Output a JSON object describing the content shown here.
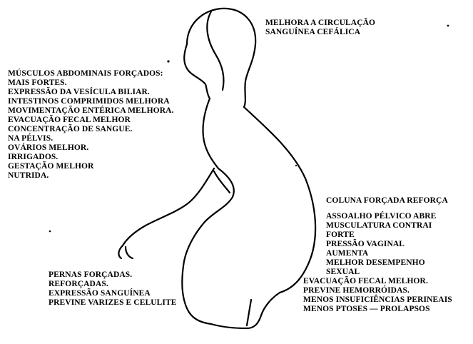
{
  "head_note": {
    "lines": [
      "MELHORA A CIRCULAÇÃO",
      "SANGUÍNEA CEFÁLICA"
    ]
  },
  "abdomen_note": {
    "lines": [
      "MÚSCULOS ABDOMINAIS FORÇADOS:",
      "MAIS FORTES.",
      "EXPRESSÃO DA VESÍCULA BILIAR.",
      "INTESTINOS COMPRIMIDOS MELHORA",
      "MOVIMENTAÇÃO ENTÉRICA MELHORA.",
      "EVACUAÇÃO FECAL MELHOR",
      "CONCENTRAÇÃO DE SANGUE.",
      "NA PÉLVIS.",
      "OVÁRIOS MELHOR.",
      "IRRIGADOS.",
      "GESTAÇÃO MELHOR",
      "NUTRIDA."
    ]
  },
  "spine_note": {
    "title": "COLUNA FORÇADA REFORÇA",
    "lines": [
      "ASSOALHO PÉLVICO ABRE",
      "MUSCULATURA CONTRAI",
      "FORTE",
      "PRESSÃO VAGINAL",
      "AUMENTA",
      "MELHOR DESEMPENHO",
      "SEXUAL",
      "EVACUAÇÃO FECAL MELHOR.",
      "PREVINE HEMORRÓIDAS.",
      "MENOS INSUFICIÊNCIAS PERINEAIS",
      "MENOS PTOSES — PROLAPSOS"
    ]
  },
  "legs_note": {
    "lines": [
      "PERNAS FORÇADAS.",
      "REFORÇADAS.",
      "EXPRESSÃO SANGUÍNEA",
      "PREVINE VARIZES E CELULITE"
    ]
  }
}
